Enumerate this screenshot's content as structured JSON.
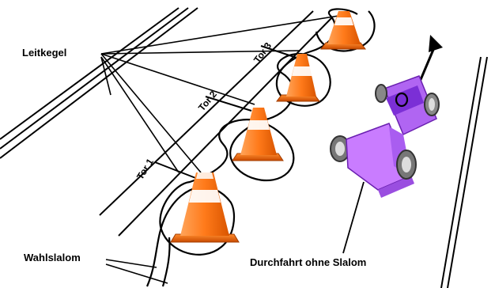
{
  "labels": {
    "cones": "Leitkegel",
    "choice_slalom": "Wahlslalom",
    "pass_through": "Durchfahrt ohne Slalom"
  },
  "gates": [
    {
      "label": "Tor 1"
    },
    {
      "label": "Tor 2"
    },
    {
      "label": "Tor 3"
    }
  ],
  "colors": {
    "cone": "#ff7a1a",
    "cone_stripe": "#ffffff",
    "car_body": "#c97cff",
    "car_roof": "#7b2fd6",
    "line": "#000000"
  }
}
